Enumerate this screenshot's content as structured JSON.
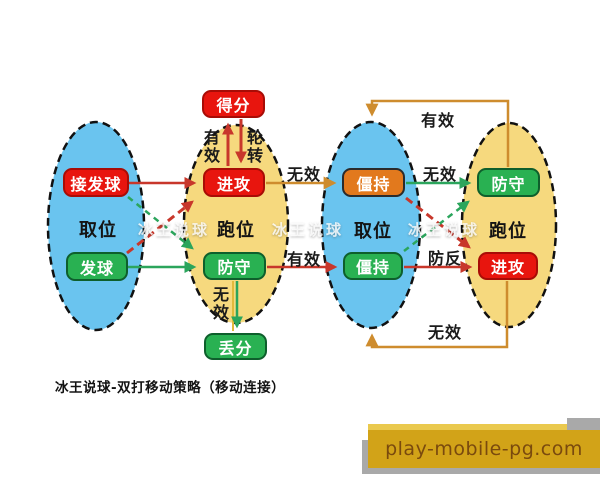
{
  "diagram": {
    "caption": "冰王说球-双打移动策略（移动连接）",
    "watermark": "冰王说球",
    "zones": {
      "left": "取位",
      "mid": "跑位",
      "right": "取位",
      "far_right": "跑位"
    },
    "nodes": {
      "score": "得分",
      "receive": "接发球",
      "serve": "发球",
      "attack_mid": "进攻",
      "defend_mid": "防守",
      "lose": "丢分",
      "stalemate_top": "僵持",
      "stalemate_bottom": "僵持",
      "defend_right": "防守",
      "attack_right": "进攻"
    },
    "edge_labels": {
      "effective_up": "有效",
      "rotation": "轮转",
      "ineffective_mid": "无效",
      "effective_mid": "有效",
      "ineffective_right": "无效",
      "counter_attack": "防反",
      "ineffective_down": "无效",
      "effective_bracket_top": "有效",
      "ineffective_bracket_bottom": "无效"
    },
    "edges": [
      {
        "from": "接发球",
        "to": "进攻(中)",
        "style": "solid",
        "color": "red"
      },
      {
        "from": "接发球",
        "to": "防守(中)",
        "style": "dashed",
        "color": "green"
      },
      {
        "from": "发球",
        "to": "防守(中)",
        "style": "solid",
        "color": "green"
      },
      {
        "from": "发球",
        "to": "进攻(中)",
        "style": "dashed",
        "color": "red"
      },
      {
        "from": "进攻(中)",
        "to": "得分",
        "label": "有效",
        "style": "solid",
        "color": "red"
      },
      {
        "from": "得分",
        "to": "进攻(中)",
        "label": "轮转",
        "style": "solid",
        "color": "red"
      },
      {
        "from": "防守(中)",
        "to": "丢分",
        "label": "无效",
        "style": "solid",
        "color": "green"
      },
      {
        "from": "进攻(中)",
        "to": "僵持(上)",
        "label": "无效",
        "style": "solid",
        "color": "orange"
      },
      {
        "from": "防守(中)",
        "to": "僵持(下)",
        "label": "有效",
        "style": "solid",
        "color": "red"
      },
      {
        "from": "僵持(上)",
        "to": "防守(右)",
        "label": "无效",
        "style": "solid",
        "color": "green"
      },
      {
        "from": "僵持(上)",
        "to": "进攻(右)",
        "label": "防反",
        "style": "dashed",
        "color": "red"
      },
      {
        "from": "僵持(下)",
        "to": "防守(右)",
        "style": "dashed",
        "color": "green"
      },
      {
        "from": "僵持(下)",
        "to": "进攻(右)",
        "style": "solid",
        "color": "red"
      },
      {
        "from": "防守(右)",
        "to": "取位(右)",
        "label": "有效",
        "style": "solid",
        "color": "orange"
      },
      {
        "from": "进攻(右)",
        "to": "取位(右)",
        "label": "无效",
        "style": "solid",
        "color": "orange"
      }
    ],
    "colors": {
      "zone_blue": "#6ac4ef",
      "zone_yellow": "#f6d97e",
      "node_red": "#e8150e",
      "node_green": "#29b152",
      "node_orange": "#e2791d",
      "arrow_red": "#c8372b",
      "arrow_green": "#2ba55c",
      "arrow_orange": "#ce8c2e"
    }
  },
  "footer": {
    "site": "play-mobile-pg.com"
  }
}
